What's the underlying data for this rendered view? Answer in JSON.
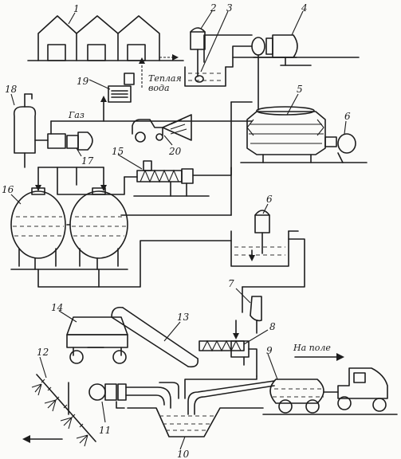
{
  "labels": {
    "n1": "1",
    "n2": "2",
    "n3": "3",
    "n4": "4",
    "n5": "5",
    "n6a": "6",
    "n6b": "6",
    "n7": "7",
    "n8": "8",
    "n9": "9",
    "n10": "10",
    "n11": "11",
    "n12": "12",
    "n13": "13",
    "n14": "14",
    "n15": "15",
    "n16": "16",
    "n17": "17",
    "n18": "18",
    "n19": "19",
    "n20": "20"
  },
  "text": {
    "gas": "Газ",
    "warm_water_1": "Теплая",
    "warm_water_2": "вода",
    "to_field": "На поле"
  }
}
